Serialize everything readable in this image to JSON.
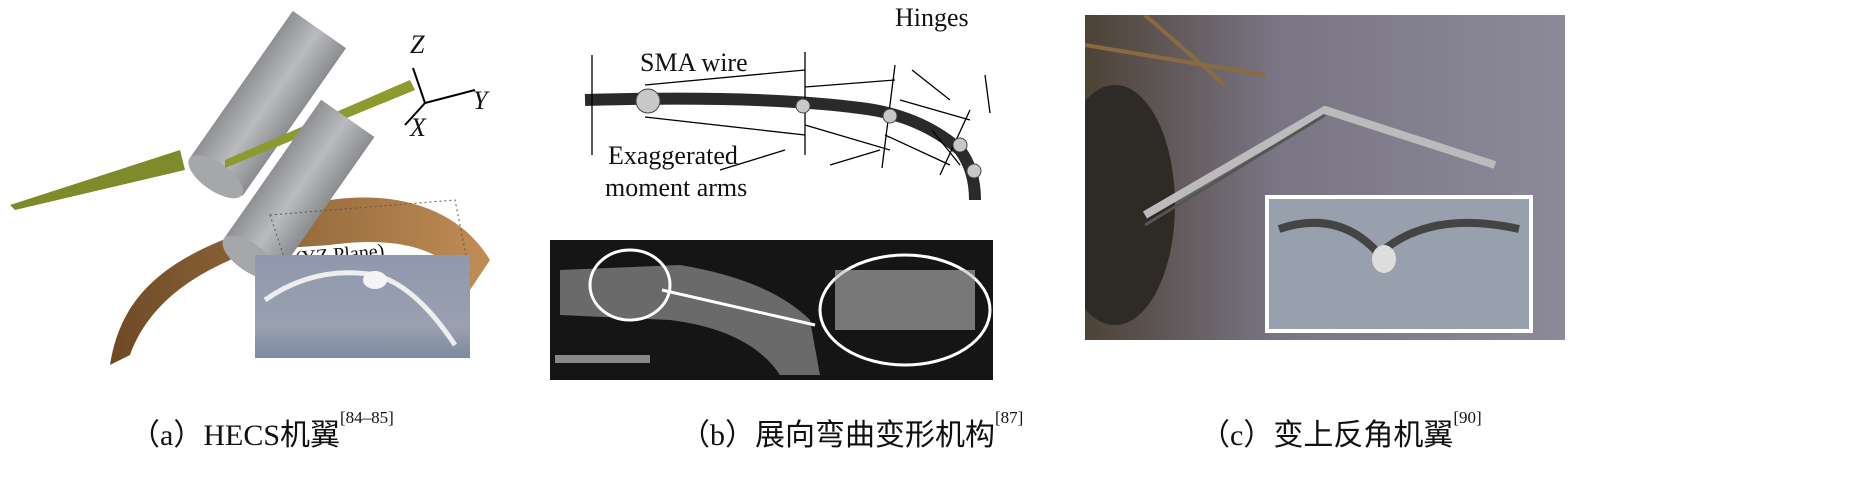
{
  "panels": [
    {
      "caption": {
        "prefix": "（a）",
        "text": "HECS机翼",
        "ref": "[84–85]"
      },
      "labels": {
        "axis_z": "Z",
        "axis_y": "Y",
        "axis_x": "X",
        "plane": "(YZ Plane)"
      },
      "colors": {
        "upper_wing": "#7f8a2a",
        "lower_wing": "#a67a45",
        "cylinder": "#a9abae",
        "photo_bg": "#8e97ac"
      }
    },
    {
      "caption": {
        "prefix": "（b）",
        "text": "展向弯曲变形机构",
        "ref": "[87]"
      },
      "labels": {
        "sma_wire": "SMA wire",
        "hinges": "Hinges",
        "moment_arms_line1": "Exaggerated",
        "moment_arms_line2": "moment arms"
      }
    },
    {
      "caption": {
        "prefix": "（c）",
        "text": "变上反角机翼",
        "ref": "[90]"
      },
      "colors": {
        "photo_bg": "#6f6a78",
        "inset_bg": "#98a0ad"
      }
    }
  ]
}
